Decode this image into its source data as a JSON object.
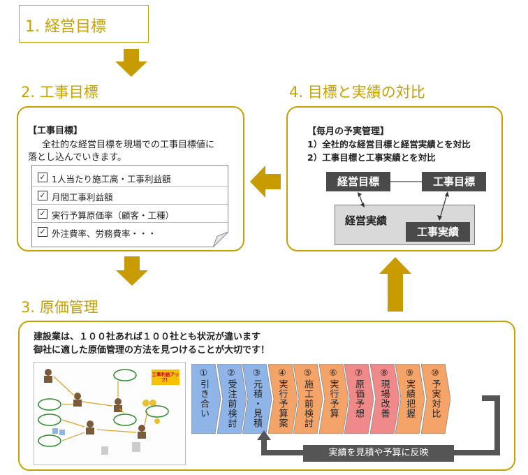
{
  "step1": {
    "title": "1. 経営目標"
  },
  "step2": {
    "title": "2. 工事目標",
    "heading": "【工事目標】",
    "desc_line1": "全社的な経営目標を現場での工事目標値に",
    "desc_line2": "落とし込んでいきます。",
    "checklist": [
      "1人当たり施工高・工事利益額",
      "月間工事利益額",
      "実行予算原価率（顧客・工種）",
      "外注費率、労務費率・・・"
    ],
    "check_mark": "✓"
  },
  "step3": {
    "title": "3. 原価管理",
    "line1": "建設業は、１００社あれば１００社とも状況が違います",
    "line2": "御社に適した原価管理の方法を見つけることが大切です！",
    "steps": [
      {
        "label": "①引き合い",
        "color": "#8fb4e8"
      },
      {
        "label": "②受注前検討",
        "color": "#8fb4e8"
      },
      {
        "label": "③元積・見積",
        "color": "#8fb4e8"
      },
      {
        "label": "④実行予算案",
        "color": "#f5a469"
      },
      {
        "label": "⑤施工前検討",
        "color": "#f5a469"
      },
      {
        "label": "⑥実行予算",
        "color": "#f5a469"
      },
      {
        "label": "⑦原価予想",
        "color": "#f08a8a"
      },
      {
        "label": "⑧現場改善",
        "color": "#f08a8a"
      },
      {
        "label": "⑨実績把握",
        "color": "#f5a469"
      },
      {
        "label": "⑩予実対比",
        "color": "#f5a469"
      }
    ],
    "feedback_label": "実績を見積や予算に反映",
    "illus_badge": "工事利益アップ！"
  },
  "step4": {
    "title": "4. 目標と実績の対比",
    "heading": "【毎月の予実管理】",
    "item1": "1）全社的な経営目標と経営実績とを対比",
    "item2": "2）工事目標と工事実績とを対比",
    "box_mgmt_target": "経営目標",
    "box_work_target": "工事目標",
    "box_mgmt_result": "経営実績",
    "box_work_result": "工事実績"
  },
  "colors": {
    "accent": "#c8a000",
    "arrow": "#c89b00",
    "dark": "#4a4a4a"
  }
}
